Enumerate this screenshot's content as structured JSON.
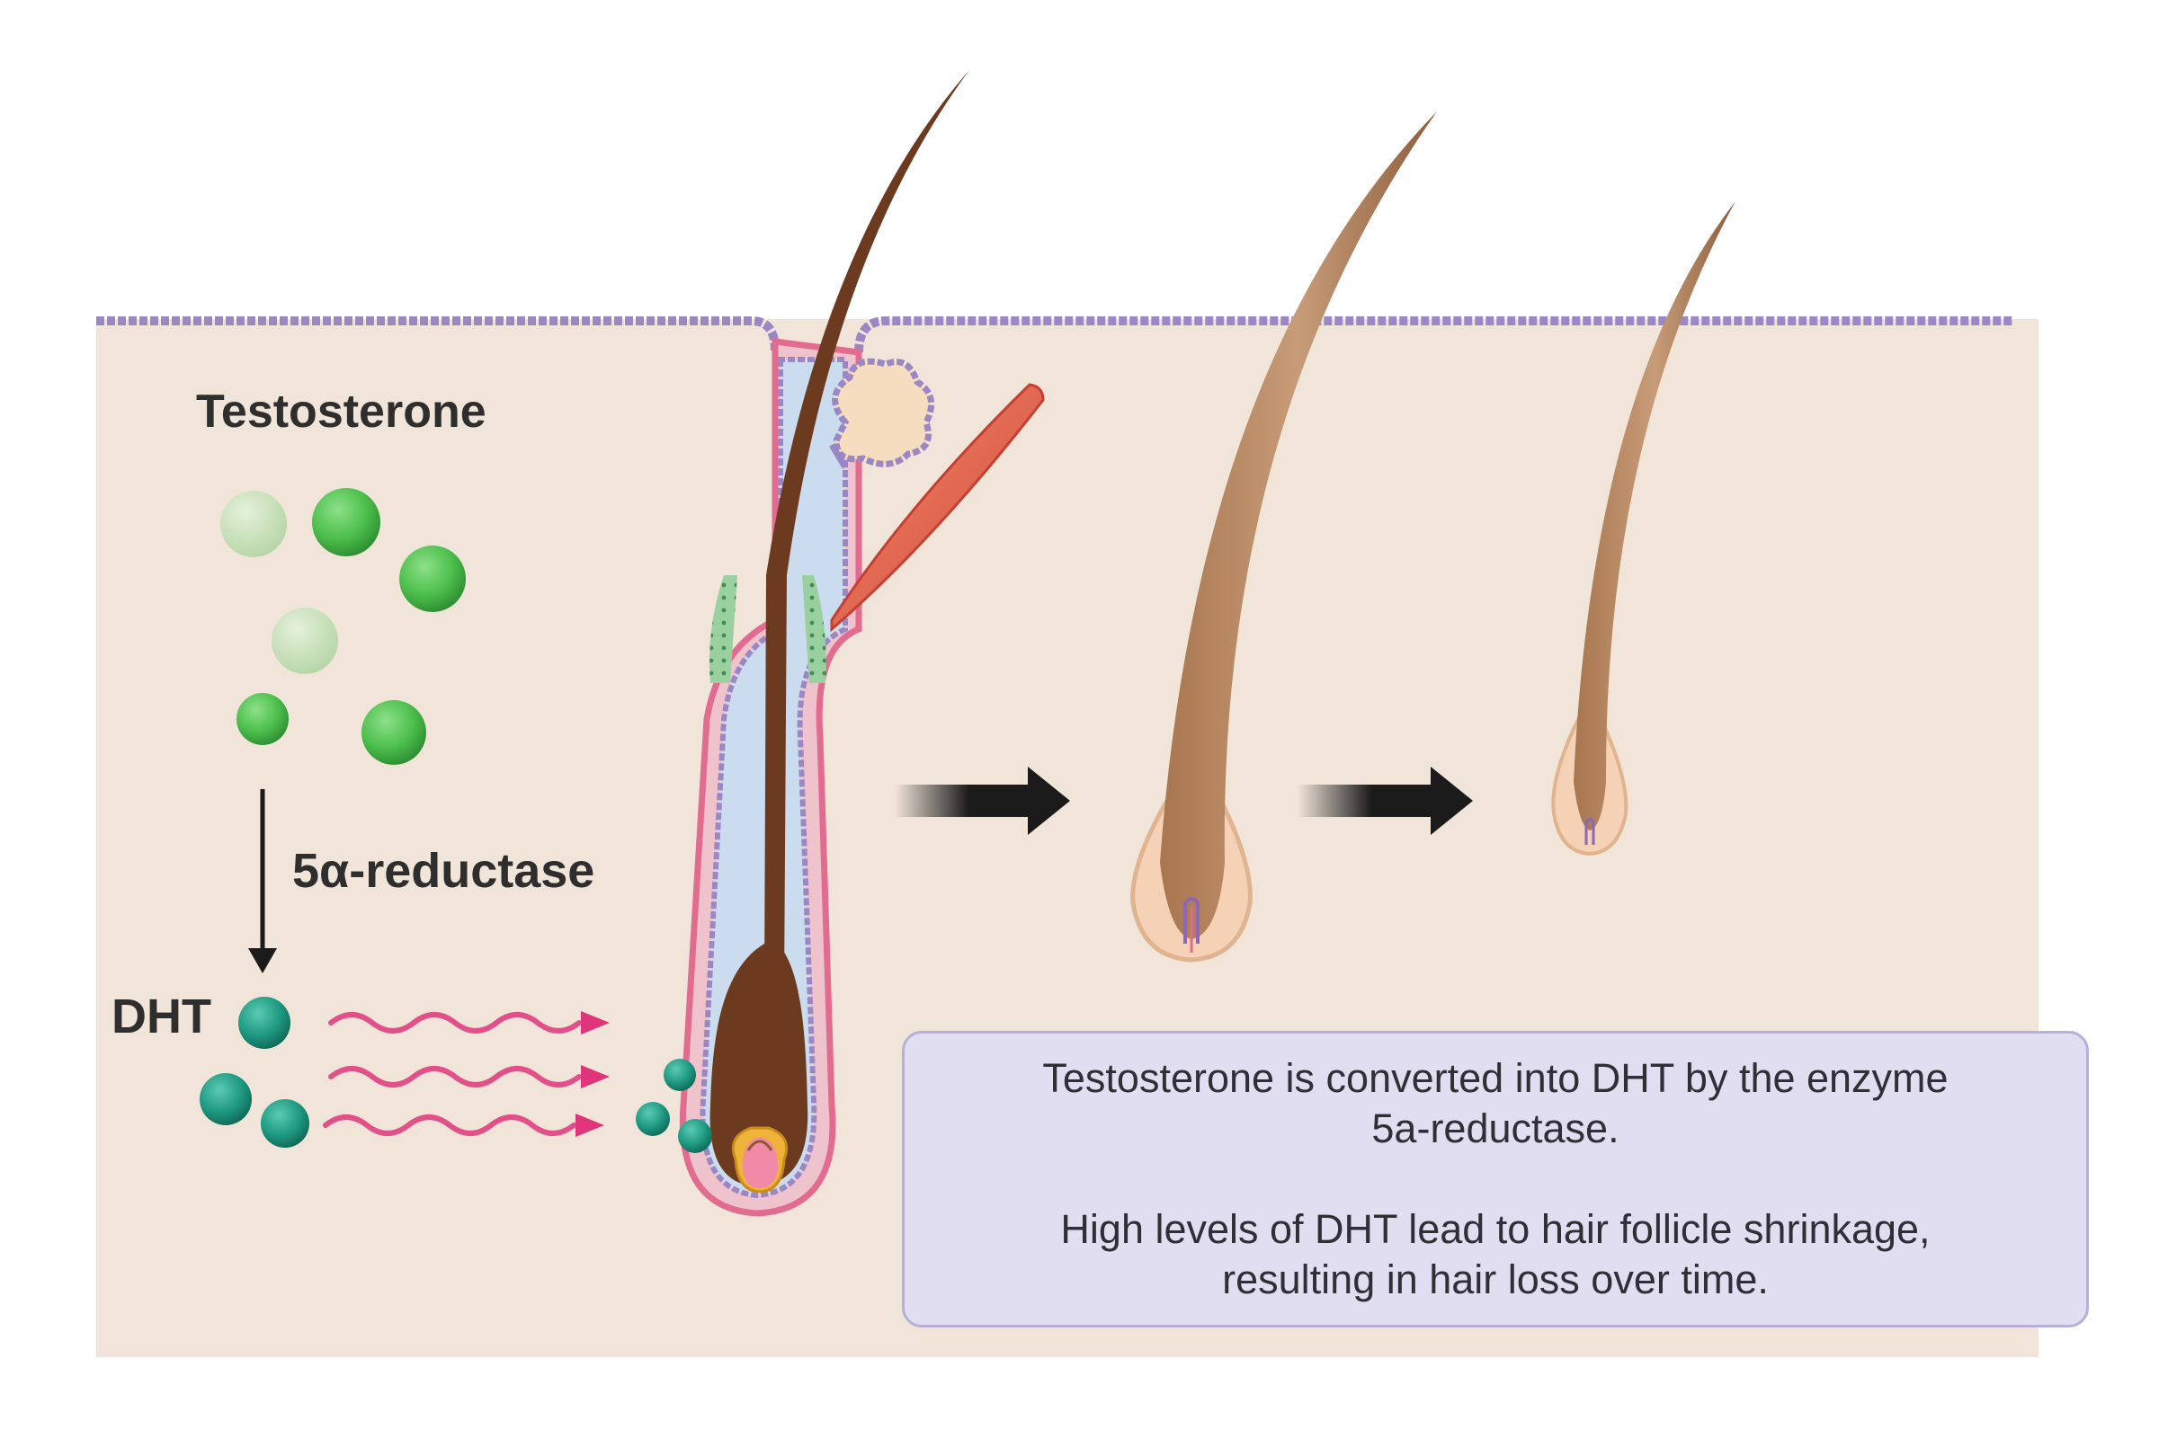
{
  "labels": {
    "testosterone": "Testosterone",
    "enzyme": "5α-reductase",
    "dht": "DHT"
  },
  "info_box": {
    "line1": "Testosterone is converted into DHT by the enzyme",
    "line2": "5a-reductase.",
    "line3": "High levels of DHT lead to hair follicle shrinkage,",
    "line4": "resulting in hair loss over time."
  },
  "colors": {
    "skin": "#f1e5d9",
    "skin_surface": "#9b87c4",
    "testosterone_molecule": "#4cbf4c",
    "dht_molecule": "#1f9a83",
    "signal_wave": "#e0357a",
    "hair_terminal": "#6b3a1f",
    "hair_miniaturized": "#b98863",
    "muscle": "#df5a48",
    "arrow": "#1b1b1b",
    "info_box_fill": "#e2def1",
    "info_box_border": "#b8b0d8"
  },
  "icons": [
    "testosterone-molecule-icon",
    "dht-molecule-icon",
    "signal-wave-icon",
    "progression-arrow-icon",
    "hair-follicle-icon"
  ]
}
